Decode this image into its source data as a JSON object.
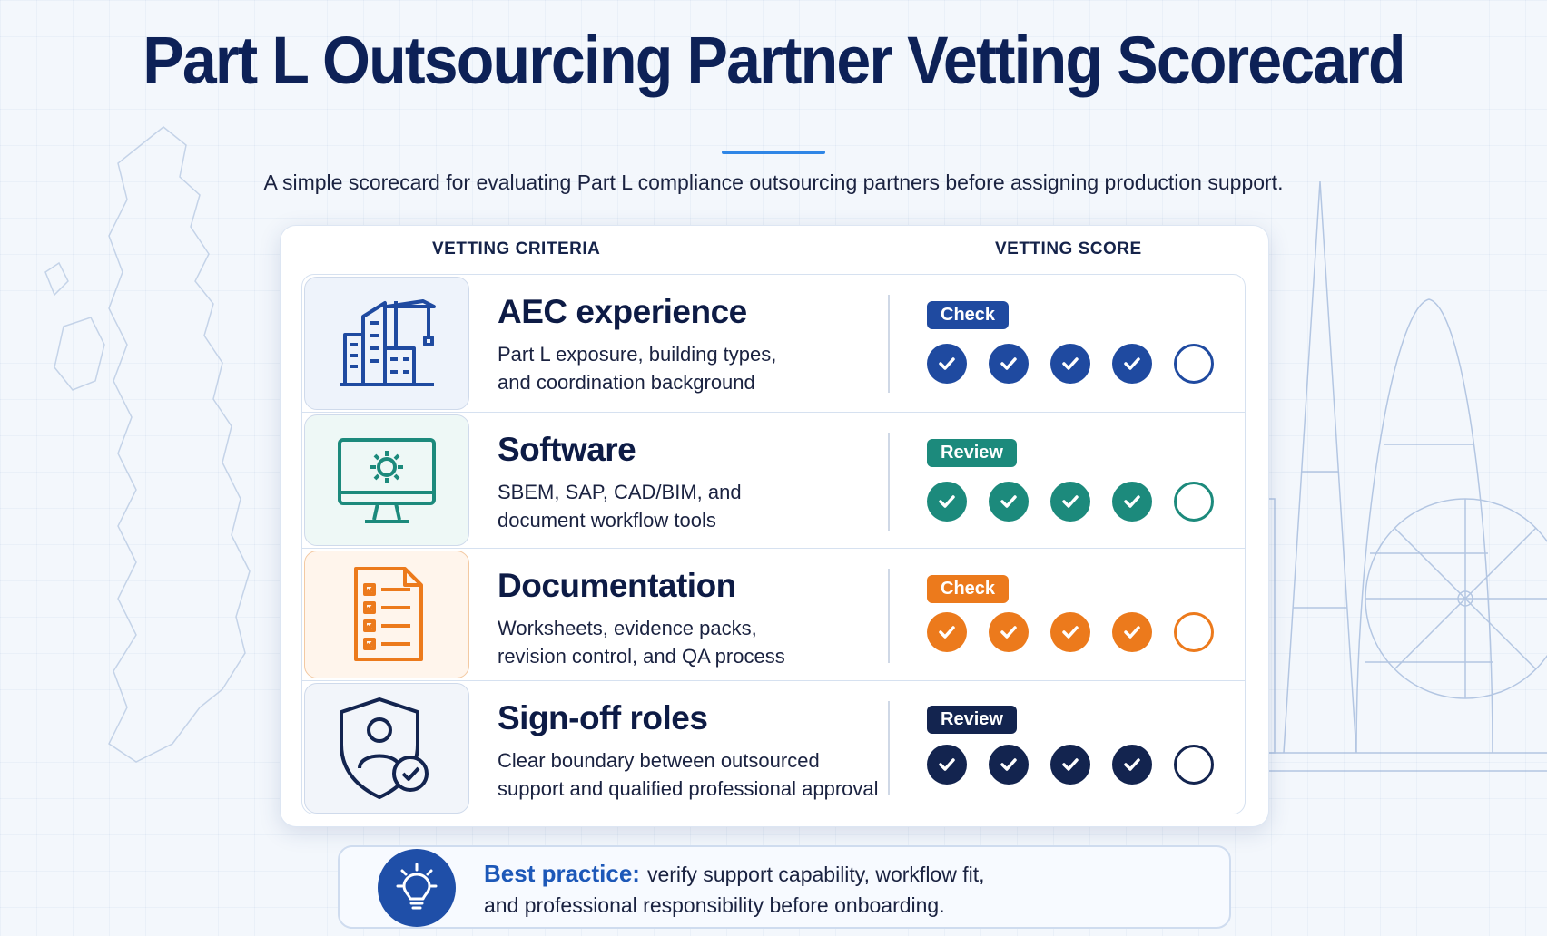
{
  "title": "Part L Outsourcing Partner Vetting Scorecard",
  "subtitle": "A simple scorecard for evaluating Part L compliance outsourcing partners before assigning production support.",
  "columns": {
    "criteria": "VETTING CRITERIA",
    "score": "VETTING SCORE"
  },
  "rows": [
    {
      "title": "AEC experience",
      "desc_line1": "Part L exposure, building types,",
      "desc_line2": "and coordination background",
      "badge": "Check",
      "color": "#1f4aa0",
      "filled": 4,
      "total": 5,
      "icon": "building-crane-icon"
    },
    {
      "title": "Software",
      "desc_line1": "SBEM, SAP, CAD/BIM, and",
      "desc_line2": "document workflow tools",
      "badge": "Review",
      "color": "#1c8a7c",
      "filled": 4,
      "total": 5,
      "icon": "monitor-gear-icon"
    },
    {
      "title": "Documentation",
      "desc_line1": "Worksheets, evidence packs,",
      "desc_line2": "revision control, and QA process",
      "badge": "Check",
      "color": "#ec7a1c",
      "filled": 4,
      "total": 5,
      "icon": "checklist-document-icon"
    },
    {
      "title": "Sign-off roles",
      "desc_line1": "Clear boundary between outsourced",
      "desc_line2": "support and qualified professional approval",
      "badge": "Review",
      "color": "#13244f",
      "filled": 4,
      "total": 5,
      "icon": "shield-person-check-icon"
    }
  ],
  "best_practice": {
    "label": "Best practice:",
    "line1": "verify support capability, workflow fit,",
    "line2": "and professional responsibility before onboarding.",
    "icon": "lightbulb-icon"
  }
}
